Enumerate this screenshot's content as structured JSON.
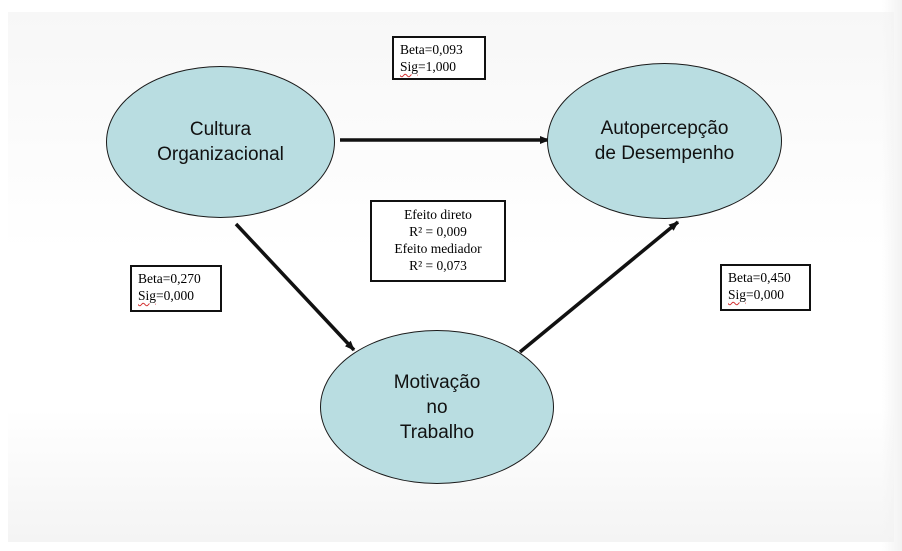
{
  "nodes": {
    "cultura": "Cultura\nOrganizacional",
    "autopercepcao": "Autopercepção\nde Desempenho",
    "motivacao": "Motivação\nno\nTrabalho"
  },
  "paths": {
    "cultura_autopercepcao": {
      "beta": "Beta=0,093",
      "sig_label": "Sig",
      "sig_value": "=1,000"
    },
    "cultura_motivacao": {
      "beta": "Beta=0,270",
      "sig_label": "Sig",
      "sig_value": "=0,000"
    },
    "motivacao_autopercepcao": {
      "beta": "Beta=0,450",
      "sig_label": "Sig",
      "sig_value": "=0,000"
    }
  },
  "effects": {
    "direct_label": "Efeito direto",
    "direct_r2": "R² = 0,009",
    "mediator_label": "Efeito mediador",
    "mediator_r2": "R² = 0,073"
  },
  "colors": {
    "node_fill": "#b9dde1",
    "stroke": "#111111",
    "spellcheck_underline": "#d32f2f"
  }
}
